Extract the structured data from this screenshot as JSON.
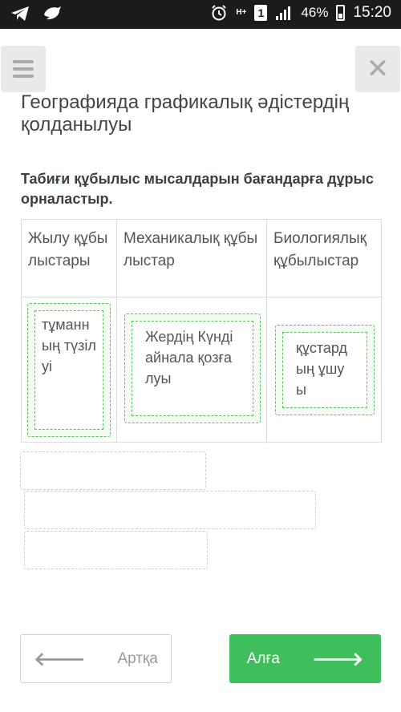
{
  "status": {
    "network": "H+",
    "sim": "1",
    "battery": "46%",
    "time": "15:20"
  },
  "title": "Географияда графикалық әдістердің қолданылуы",
  "instruction": "Табиғи құбылыс мысалдарын бағандарға дұрыс орналастыр.",
  "columns": [
    {
      "header": "Жылу құбылыстары"
    },
    {
      "header": "Механикалық құбылыстар"
    },
    {
      "header": "Биологиялық құбылыстар"
    }
  ],
  "cards": [
    {
      "text": "тұманның түзілуі"
    },
    {
      "text": "Жердің Күнді айнала қозғалуы"
    },
    {
      "text": "құстардың ұшуы"
    }
  ],
  "buttons": {
    "back": "Артқа",
    "next": "Алға"
  },
  "icons": {
    "menu": "menu-icon",
    "close": "close-icon",
    "back": "arrow-left-icon",
    "next": "arrow-right-icon"
  },
  "colors": {
    "accent": "#3fbf5b",
    "card_border": "#58c35a",
    "status_bar": "#1b1b1b"
  }
}
